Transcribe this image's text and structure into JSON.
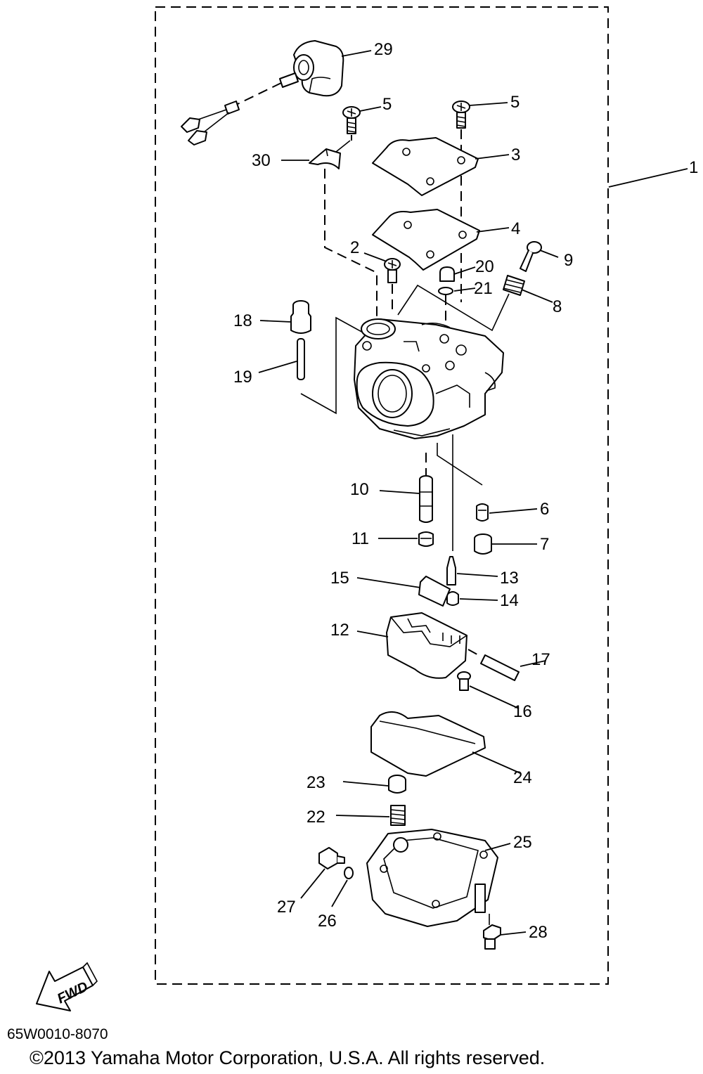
{
  "diagram": {
    "part_numbers": [
      "1",
      "2",
      "3",
      "4",
      "5",
      "5",
      "6",
      "7",
      "8",
      "9",
      "10",
      "11",
      "12",
      "13",
      "14",
      "15",
      "16",
      "17",
      "18",
      "19",
      "20",
      "21",
      "22",
      "23",
      "24",
      "25",
      "26",
      "27",
      "28",
      "29",
      "30"
    ],
    "fwd_label": "FWD",
    "catalog_code": "65W0010-8070",
    "copyright": "©2013 Yamaha Motor Corporation, U.S.A. All rights reserved."
  }
}
